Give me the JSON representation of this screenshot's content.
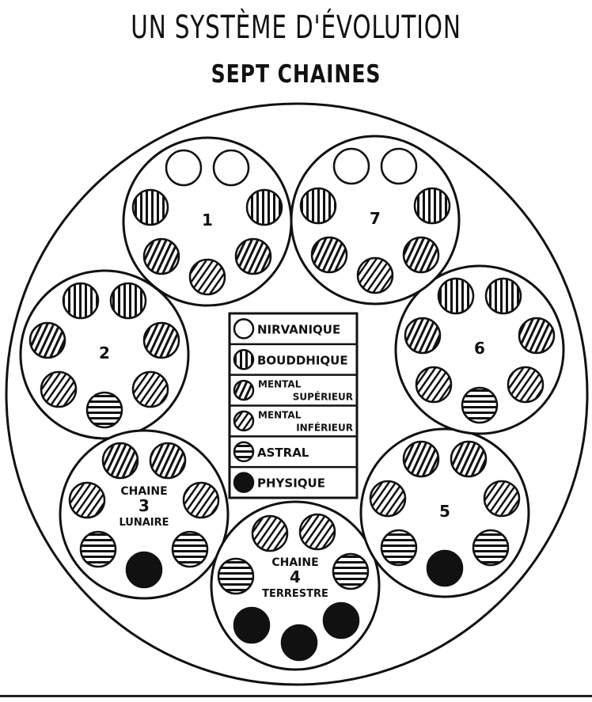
{
  "title": "UN SYSTÈME D'ÉVOLUTION",
  "subtitle": "SEPT CHAINES",
  "legend": [
    {
      "type": "nirvanique",
      "lines": [
        "NIRVANIQUE"
      ]
    },
    {
      "type": "bouddhique",
      "lines": [
        "BOUDDHIQUE"
      ]
    },
    {
      "type": "mental-sup",
      "lines": [
        "MENTAL",
        "SUPÉRIEUR"
      ]
    },
    {
      "type": "mental-inf",
      "lines": [
        "MENTAL",
        "INFÉRIEUR"
      ]
    },
    {
      "type": "astral",
      "lines": [
        "ASTRAL"
      ]
    },
    {
      "type": "physique",
      "lines": [
        "PHYSIQUE"
      ]
    }
  ],
  "chains": [
    {
      "number": "1",
      "caption": [],
      "planets": [
        "nirvanique",
        "nirvanique",
        "bouddhique",
        "bouddhique",
        "mental-sup",
        "mental-sup",
        "mental-inf"
      ]
    },
    {
      "number": "2",
      "caption": [],
      "planets": [
        "bouddhique",
        "bouddhique",
        "mental-sup",
        "mental-sup",
        "mental-inf",
        "mental-inf",
        "astral"
      ]
    },
    {
      "number": "3",
      "caption": [
        "CHAINE",
        "LUNAIRE"
      ],
      "planets": [
        "mental-sup",
        "mental-sup",
        "mental-inf",
        "mental-inf",
        "astral",
        "astral",
        "physique"
      ]
    },
    {
      "number": "4",
      "caption": [
        "CHAINE",
        "TERRESTRE"
      ],
      "planets": [
        "mental-inf",
        "mental-inf",
        "astral",
        "astral",
        "physique",
        "physique",
        "physique"
      ]
    },
    {
      "number": "5",
      "caption": [],
      "planets": [
        "mental-sup",
        "mental-sup",
        "mental-inf",
        "mental-inf",
        "astral",
        "astral",
        "physique"
      ]
    },
    {
      "number": "6",
      "caption": [],
      "planets": [
        "bouddhique",
        "bouddhique",
        "mental-sup",
        "mental-sup",
        "mental-inf",
        "mental-inf",
        "astral"
      ]
    },
    {
      "number": "7",
      "caption": [],
      "planets": [
        "nirvanique",
        "nirvanique",
        "bouddhique",
        "bouddhique",
        "mental-sup",
        "mental-sup",
        "mental-inf"
      ]
    }
  ]
}
